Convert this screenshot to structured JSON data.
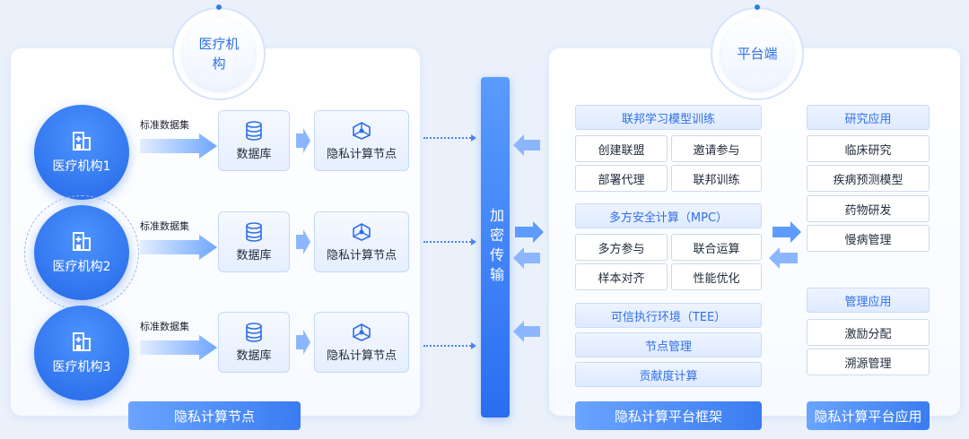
{
  "left_badge": "医疗机构",
  "right_badge": "平台端",
  "hospitals": [
    {
      "label": "医疗机构1"
    },
    {
      "label": "医疗机构2"
    },
    {
      "label": "医疗机构3"
    }
  ],
  "dataset_label": "标准数据集",
  "db_label": "数据库",
  "node_label": "隐私计算节点",
  "encryption_label": "加密传输",
  "left_footer": "隐私计算节点",
  "framework": {
    "fl_title": "联邦学习模型训练",
    "fl_items": [
      "创建联盟",
      "邀请参与",
      "部署代理",
      "联邦训练"
    ],
    "mpc_title": "多方安全计算（MPC）",
    "mpc_items": [
      "多方参与",
      "联合运算",
      "样本对齐",
      "性能优化"
    ],
    "tee_title": "可信执行环境（TEE）",
    "node_mgmt": "节点管理",
    "contrib": "贡献度计算",
    "footer": "隐私计算平台框架"
  },
  "apps": {
    "research_title": "研究应用",
    "research_items": [
      "临床研究",
      "疾病预测模型",
      "药物研发",
      "慢病管理"
    ],
    "mgmt_title": "管理应用",
    "mgmt_items": [
      "激励分配",
      "溯源管理"
    ],
    "footer": "隐私计算平台应用"
  },
  "colors": {
    "accent": "#2f6fe6",
    "primary": "#2468e6",
    "background": "#eaf1fb"
  }
}
